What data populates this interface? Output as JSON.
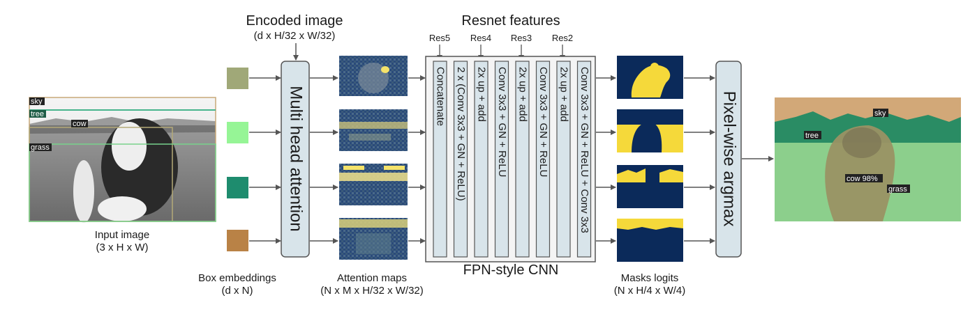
{
  "input_image": {
    "label": "Input image",
    "dims": "(3 x H x W)",
    "boxes": [
      {
        "name": "sky",
        "color": "#c8a878"
      },
      {
        "name": "tree",
        "color": "#46b48c"
      },
      {
        "name": "cow",
        "color": "#b4aa78"
      },
      {
        "name": "grass",
        "color": "#78d28c"
      }
    ]
  },
  "box_embeddings": {
    "label": "Box embeddings",
    "dims": "(d x N)",
    "colors": [
      "#a0a878",
      "#96f596",
      "#1e8c6e",
      "#b98246"
    ]
  },
  "encoded_image": {
    "label": "Encoded image",
    "dims": "(d x H/32 x W/32)"
  },
  "attention": {
    "label": "Multi head attention"
  },
  "attention_maps": {
    "label": "Attention maps",
    "dims": "(N x M x H/32 x W/32)"
  },
  "resnet": {
    "label": "Resnet features",
    "levels": [
      "Res5",
      "Res4",
      "Res3",
      "Res2"
    ]
  },
  "fpn": {
    "label": "FPN-style CNN",
    "stages": [
      "Concatenate",
      "2 x (Conv 3x3 + GN + ReLU)",
      "2x up + add",
      "Conv 3x3 + GN + ReLU",
      "2x up + add",
      "Conv 3x3 + GN + ReLU",
      "2x up + add",
      "Conv 3x3 + GN + ReLU + Conv 3x3"
    ]
  },
  "masks": {
    "label": "Masks logits",
    "dims": "(N x H/4 x W/4)"
  },
  "argmax": {
    "label": "Pixel-wise argmax"
  },
  "output": {
    "labels": [
      {
        "name": "sky"
      },
      {
        "name": "tree"
      },
      {
        "name": "cow 98%"
      },
      {
        "name": "grass"
      }
    ]
  },
  "colors": {
    "box_fill": "#d8e4ea",
    "box_stroke": "#555555",
    "arrow": "#555555",
    "mask_bg": "#0b2a5a",
    "mask_fg": "#f5d93a",
    "attn_bg": "#2a4a7a",
    "attn_fg": "#e6d98a"
  }
}
